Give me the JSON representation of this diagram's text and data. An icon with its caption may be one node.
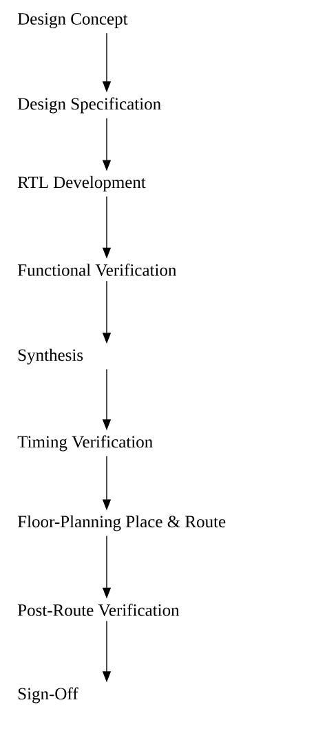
{
  "diagram": {
    "nodes": [
      {
        "text": [
          "Design Concept"
        ]
      },
      {
        "text": [
          "Design Specification"
        ]
      },
      {
        "text": [
          "RTL Development"
        ]
      },
      {
        "text": [
          "Functional Verification"
        ]
      },
      {
        "text": [
          "Synthesis"
        ]
      },
      {
        "text": [
          "Timing Verification"
        ]
      },
      {
        "text": [
          "Floor-Planning Place & Route"
        ]
      },
      {
        "text": [
          "Post-Route Verification"
        ]
      },
      {
        "text": [
          "Sign-Off"
        ]
      }
    ],
    "edges": [
      {
        "from": 0,
        "to": 1,
        "arrow": "to"
      },
      {
        "from": 1,
        "to": 2,
        "arrow": "to"
      },
      {
        "from": 2,
        "to": 3,
        "arrow": "to"
      },
      {
        "from": 3,
        "to": 4,
        "arrow": "to"
      },
      {
        "from": 4,
        "to": 5,
        "arrow": "to"
      },
      {
        "from": 5,
        "to": 6,
        "arrow": "to"
      },
      {
        "from": 6,
        "to": 7,
        "arrow": "to"
      },
      {
        "from": 7,
        "to": 8,
        "arrow": "to"
      }
    ]
  }
}
